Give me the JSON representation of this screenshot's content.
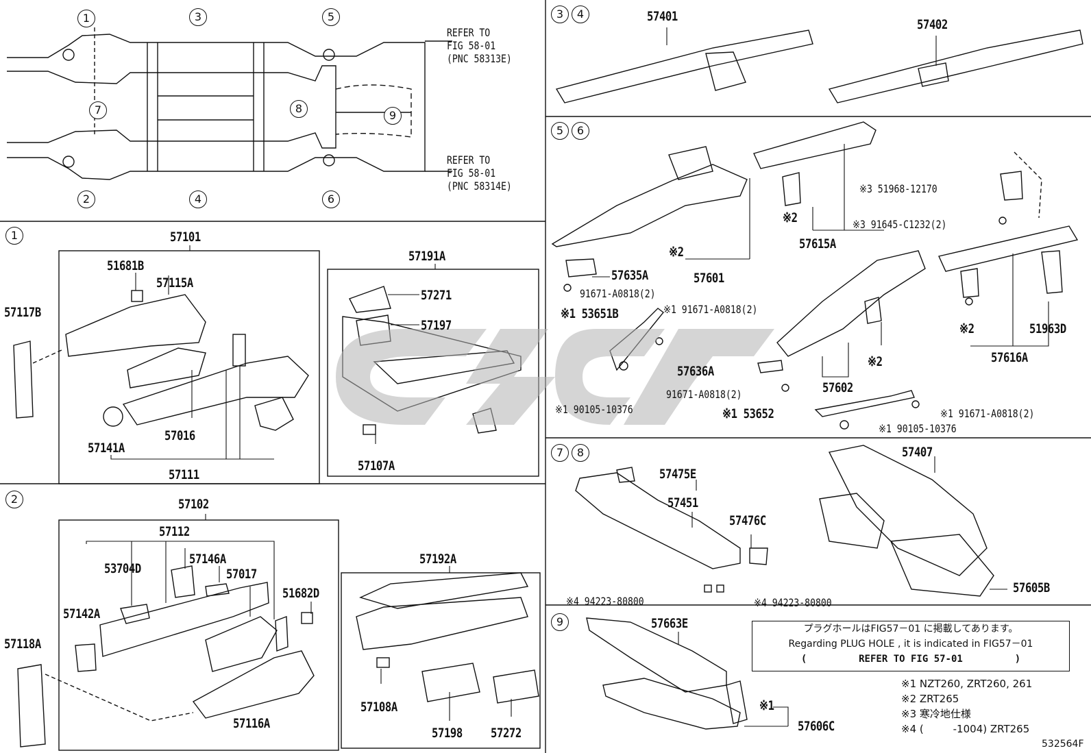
{
  "overview": {
    "callouts": [
      "1",
      "2",
      "3",
      "4",
      "5",
      "6",
      "7",
      "8",
      "9"
    ],
    "refer_top": [
      "REFER TO",
      "FIG 58-01",
      "(PNC 58313E)"
    ],
    "refer_bottom": [
      "REFER TO",
      "FIG 58-01",
      "(PNC 58314E)"
    ]
  },
  "section_1": {
    "id": "1",
    "labels": {
      "57101": "57101",
      "51681B": "51681B",
      "57115A": "57115A",
      "57117B": "57117B",
      "57016": "57016",
      "57141A": "57141A",
      "57111": "57111",
      "57191A": "57191A",
      "57271": "57271",
      "57197": "57197",
      "57107A": "57107A"
    }
  },
  "section_2": {
    "id": "2",
    "labels": {
      "57102": "57102",
      "57112": "57112",
      "53704D": "53704D",
      "57146A": "57146A",
      "57017": "57017",
      "51682D": "51682D",
      "57142A": "57142A",
      "57118A": "57118A",
      "57116A": "57116A",
      "57192A": "57192A",
      "57108A": "57108A",
      "57198": "57198",
      "57272": "57272"
    }
  },
  "section_34": {
    "ids": [
      "3",
      "4"
    ],
    "labels": {
      "57401": "57401",
      "57402": "57402"
    }
  },
  "section_56": {
    "ids": [
      "5",
      "6"
    ],
    "labels": {
      "57615A": "57615A",
      "57601": "57601",
      "57635A": "57635A",
      "91671_a": "91671-A0818(2)",
      "53651B": "※1 53651B",
      "91671_b": "※1 91671-A0818(2)",
      "57636A": "57636A",
      "91671_c": "91671-A0818(2)",
      "90105_a": "※1 90105-10376",
      "57602": "57602",
      "53652": "※1 53652",
      "91671_d": "※1 91671-A0818(2)",
      "90105_b": "※1 90105-10376",
      "51968": "※3 51968-12170",
      "91645": "※3 91645-C1232(2)",
      "57616A": "57616A",
      "51963D": "51963D",
      "k2": "※2"
    }
  },
  "section_78": {
    "ids": [
      "7",
      "8"
    ],
    "labels": {
      "57475E": "57475E",
      "57451": "57451",
      "57476C": "57476C",
      "57407": "57407",
      "57605B": "57605B",
      "94223_a": "※4 94223-80800",
      "94223_b": "※4 94223-80800"
    }
  },
  "section_9": {
    "id": "9",
    "labels": {
      "57663E": "57663E",
      "57606C": "57606C",
      "k1": "※1"
    }
  },
  "notes": {
    "plug_jp": "プラグホールはFIG57－01 に掲載してあります。",
    "plug_en": "Regarding PLUG HOLE , it is indicated in FIG57－01",
    "plug_ref": "(         REFER TO FIG 57-01         )",
    "legend": [
      "※1 NZT260, ZRT260, 261",
      "※2 ZRT265",
      "※3 寒冷地仕様",
      "※4 (         -1004) ZRT265"
    ]
  },
  "figure_code": "532564F",
  "colors": {
    "ink": "#111111",
    "watermark": "#b3b3b3"
  }
}
